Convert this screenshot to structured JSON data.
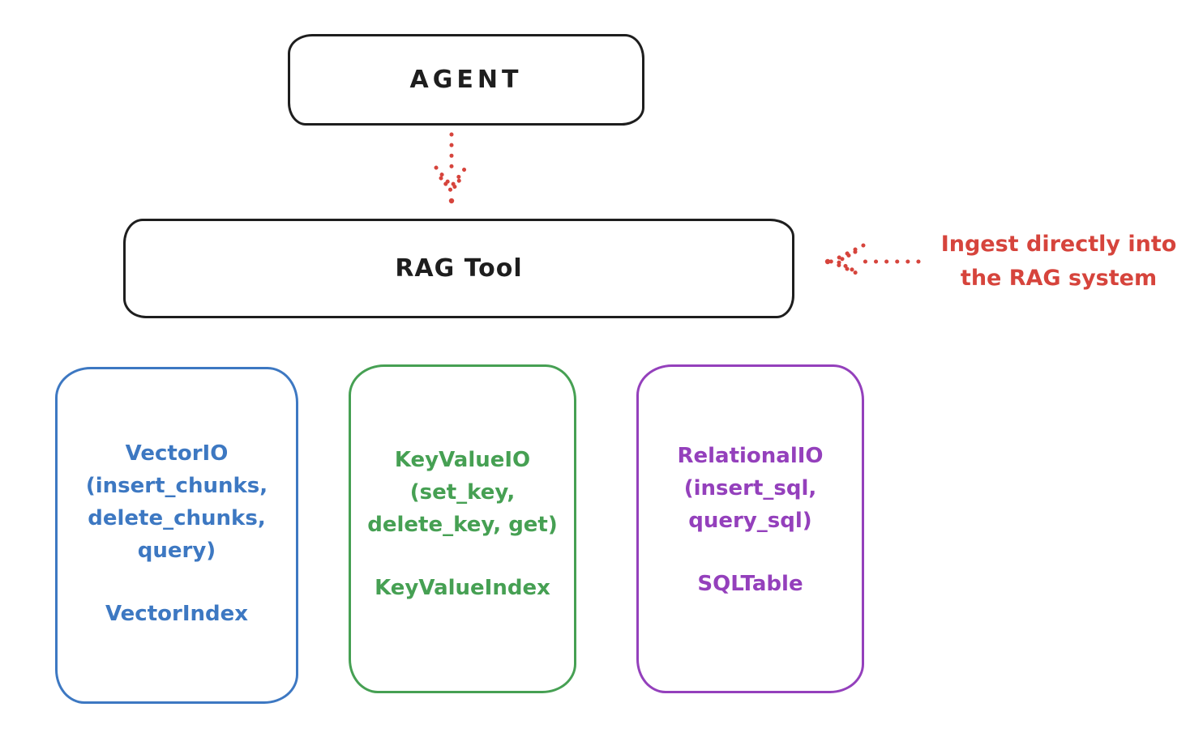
{
  "colors": {
    "ink": "#1e1e1e",
    "accent_red": "#d6443c",
    "vector_blue": "#3d78c2",
    "keyvalue_green": "#46a053",
    "relational_purple": "#9440bc"
  },
  "agent_box": {
    "label": "AGENT"
  },
  "rag_tool_box": {
    "label": "RAG Tool"
  },
  "ingest_annotation": {
    "line1": "Ingest directly into",
    "line2": "the RAG system"
  },
  "arrows": [
    {
      "name": "agent-to-rag-tool",
      "style": "dotted",
      "direction": "down"
    },
    {
      "name": "annotation-to-rag-tool",
      "style": "dotted",
      "direction": "left"
    }
  ],
  "io_boxes": [
    {
      "id": "vector-io",
      "color": "#3d78c2",
      "lines": [
        "VectorIO",
        "(insert_chunks,",
        "delete_chunks,",
        "query)"
      ],
      "footer": "VectorIndex"
    },
    {
      "id": "keyvalue-io",
      "color": "#46a053",
      "lines": [
        "KeyValueIO",
        "(set_key,",
        "delete_key, get)"
      ],
      "footer": "KeyValueIndex"
    },
    {
      "id": "relational-io",
      "color": "#9440bc",
      "lines": [
        "RelationalIO",
        "(insert_sql,",
        "query_sql)"
      ],
      "footer": "SQLTable"
    }
  ]
}
